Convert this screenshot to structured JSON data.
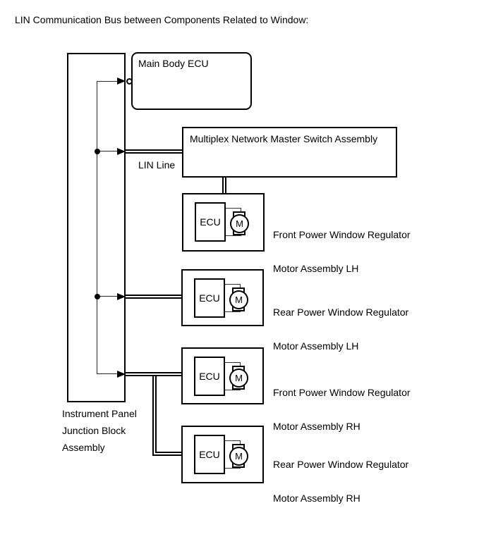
{
  "title": "LIN Communication Bus between Components Related to Window:",
  "labels": {
    "lin_line": "LIN Line",
    "ecu": "ECU",
    "motor": "M"
  },
  "main_body_ecu": "Main Body ECU",
  "multiplex": "Multiplex Network Master Switch Assembly",
  "junction_block": "Instrument Panel\nJunction Block\nAssembly",
  "units": [
    {
      "line1": "Front Power Window Regulator",
      "line2": "Motor Assembly LH"
    },
    {
      "line1": "Rear Power Window Regulator",
      "line2": "Motor Assembly LH"
    },
    {
      "line1": "Front Power Window Regulator",
      "line2": "Motor Assembly RH"
    },
    {
      "line1": "Rear Power Window Regulator",
      "line2": "Motor Assembly RH"
    }
  ],
  "colors": {
    "line": "#000000",
    "background": "#ffffff"
  }
}
